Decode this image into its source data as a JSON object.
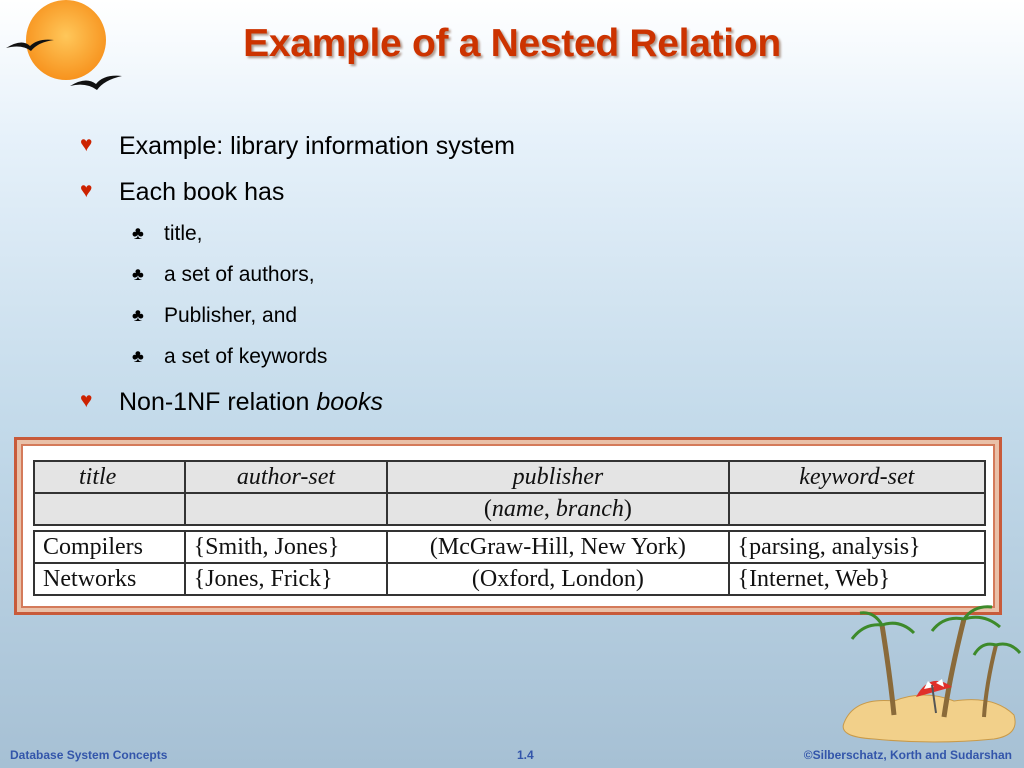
{
  "slide": {
    "title": "Example of a Nested Relation",
    "bullets": [
      {
        "text": "Example:  library information system"
      },
      {
        "text": "Each book has"
      },
      {
        "text": "title,"
      },
      {
        "text": "a set of authors,"
      },
      {
        "text": "Publisher, and"
      },
      {
        "text": "a set of keywords"
      },
      {
        "text": "Non-1NF relation ",
        "italic": "books"
      }
    ],
    "bullet_marks": {
      "level1": "♥",
      "level2": "♣"
    }
  },
  "table": {
    "headers": [
      "title",
      "author-set",
      "publisher",
      "keyword-set"
    ],
    "subheader_publisher": {
      "open": "(",
      "name": "name",
      "sep": ", ",
      "branch": "branch",
      "close": ")"
    },
    "rows": [
      [
        "Compilers",
        "{Smith, Jones}",
        "(McGraw-Hill, New York)",
        "{parsing, analysis}"
      ],
      [
        "Networks",
        "{Jones, Frick}",
        "(Oxford, London)",
        "{Internet, Web}"
      ]
    ]
  },
  "footer": {
    "left": "Database System Concepts",
    "center": "1.4",
    "right": "©Silberschatz, Korth and Sudarshan"
  },
  "colors": {
    "title": "#cc3300",
    "bullet_level1": "#cc2200",
    "footer": "#3355aa",
    "frame": "#c85a3a"
  },
  "icons": {
    "corner": "sun-with-birds-icon",
    "island": "palm-island-icon"
  }
}
